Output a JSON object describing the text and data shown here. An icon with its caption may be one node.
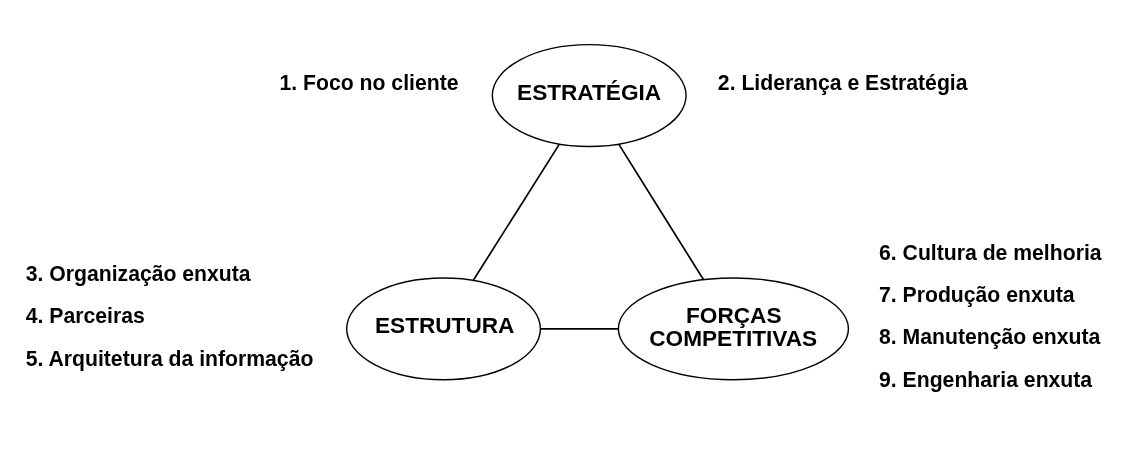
{
  "diagram": {
    "nodes": [
      {
        "text": [
          "ESTRATÉGIA"
        ],
        "beside": [
          "1. Foco no cliente",
          "2. Liderança e Estratégia"
        ]
      },
      {
        "text": [
          "ESTRUTURA"
        ],
        "beside": [
          "3. Organização enxuta",
          "4. Parceiras",
          "5. Arquitetura da informação"
        ]
      },
      {
        "text": [
          "FORÇAS COMPETITIVAS"
        ],
        "beside": [
          "6. Cultura de melhoria",
          "7. Produção enxuta",
          "8. Manutenção enxuta",
          "9. Engenharia enxuta"
        ]
      }
    ],
    "edges": [
      {
        "from": 0,
        "to": 1,
        "arrow": "none"
      },
      {
        "from": 0,
        "to": 2,
        "arrow": "none"
      },
      {
        "from": 1,
        "to": 2,
        "arrow": "none"
      }
    ]
  }
}
